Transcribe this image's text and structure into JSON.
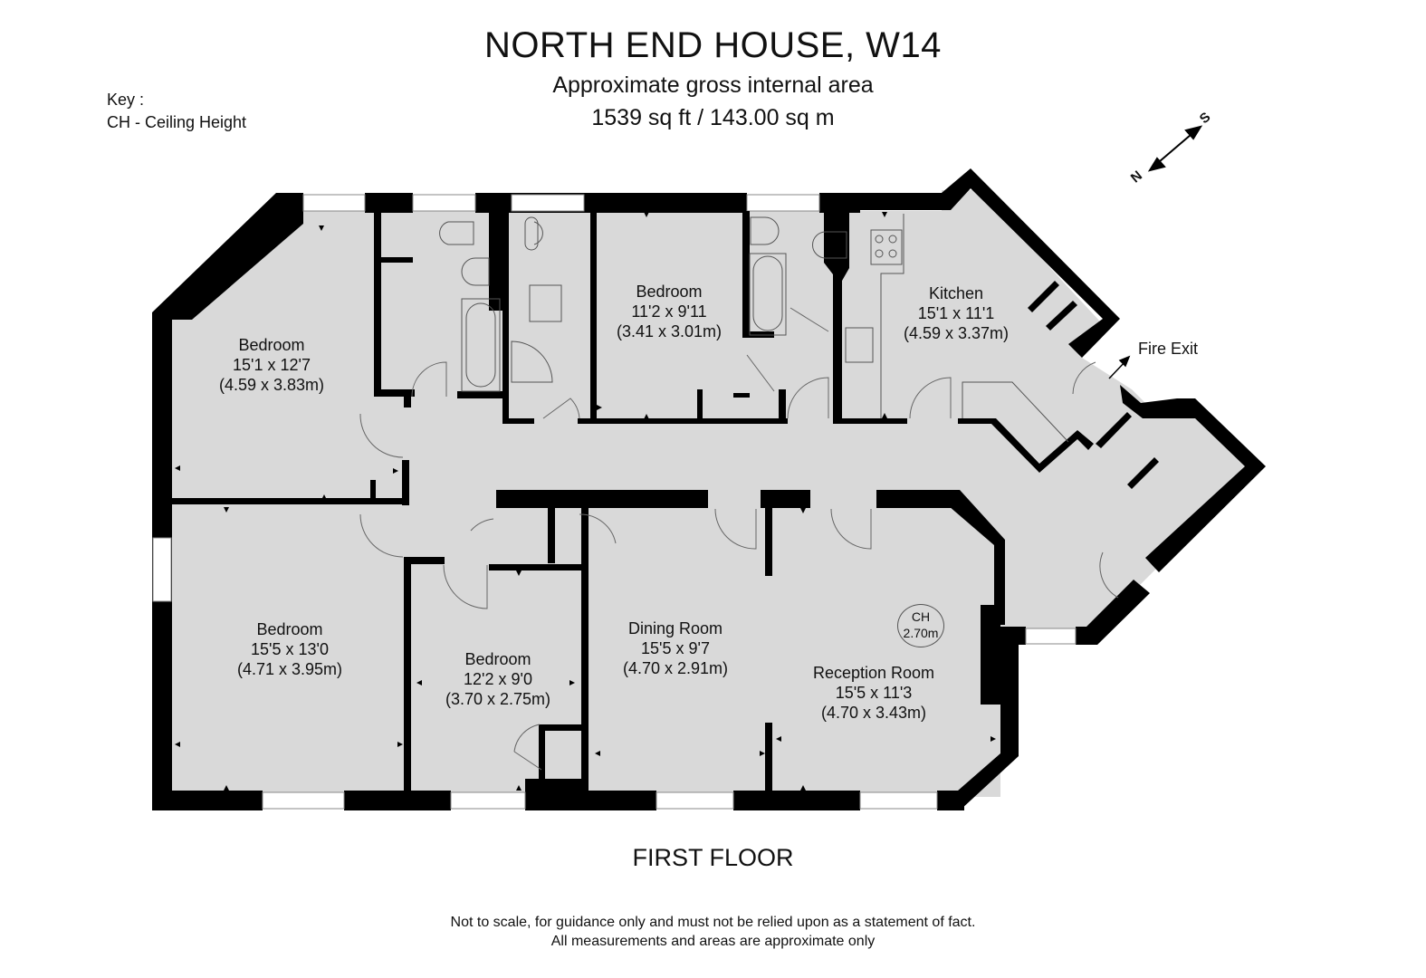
{
  "header": {
    "title": "NORTH END HOUSE, W14",
    "subtitle": "Approximate gross internal area",
    "area": "1539 sq ft  / 143.00 sq m"
  },
  "key": {
    "heading": "Key :",
    "entries": [
      "CH - Ceiling Height"
    ]
  },
  "compass": {
    "north": "N",
    "south": "S"
  },
  "rooms": [
    {
      "name": "Bedroom",
      "imperial": "15'1 x 12'7",
      "metric": "(4.59 x 3.83m)"
    },
    {
      "name": "Bedroom",
      "imperial": "11'2 x 9'11",
      "metric": "(3.41 x 3.01m)"
    },
    {
      "name": "Kitchen",
      "imperial": "15'1 x 11'1",
      "metric": "(4.59 x 3.37m)"
    },
    {
      "name": "Bedroom",
      "imperial": "15'5 x 13'0",
      "metric": "(4.71 x 3.95m)"
    },
    {
      "name": "Bedroom",
      "imperial": "12'2 x 9'0",
      "metric": "(3.70 x 2.75m)"
    },
    {
      "name": "Dining Room",
      "imperial": "15'5 x 9'7",
      "metric": "(4.70 x 2.91m)"
    },
    {
      "name": "Reception Room",
      "imperial": "15'5 x 11'3",
      "metric": "(4.70 x 3.43m)"
    }
  ],
  "ceiling_height": {
    "label": "CH",
    "value": "2.70m"
  },
  "annotations": {
    "fire_exit": "Fire Exit"
  },
  "floor": "FIRST FLOOR",
  "disclaimer": {
    "line1": "Not to scale, for guidance only and must not be relied upon as a statement of fact.",
    "line2": "All measurements and areas are approximate only"
  },
  "colors": {
    "wall": "#000000",
    "floor_fill": "#d9d9d9",
    "background": "#ffffff",
    "fixture_line": "#555555"
  }
}
